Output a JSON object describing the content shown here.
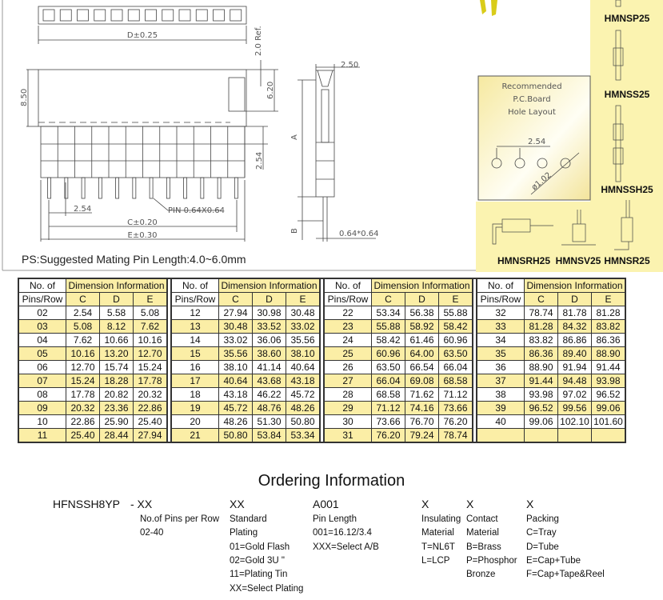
{
  "drawing": {
    "dim_d": "D±0.25",
    "dim_2ref": "2.0 Ref.",
    "dim_850": "8.50",
    "dim_620": "6.20",
    "dim_254v": "2.54",
    "dim_254h": "2.54",
    "pin_note": "PIN 0.64X0.64",
    "dim_c": "C±0.20",
    "dim_e": "E±0.30",
    "dim_250": "2.50",
    "dim_a": "A",
    "dim_b": "B",
    "dim_064": "0.64*0.64",
    "pin_count_shown": 12,
    "note": "PS:Suggested Mating Pin Length:4.0~6.0mm"
  },
  "pcb_layout": {
    "title_lines": [
      "Recommended",
      "P.C.Board",
      "Hole  Layout"
    ],
    "pitch": "2.54",
    "hole": "ø1.02"
  },
  "variants": [
    "HMNSP25",
    "HMNSS25",
    "HMNSSH25",
    "HMNSRH25",
    "HMNSV25",
    "HMNSR25"
  ],
  "table": {
    "h_pins1": "No. of",
    "h_pins2": "Pins/Row",
    "h_dim": "Dimension Information",
    "cols": [
      "C",
      "D",
      "E"
    ],
    "groups": [
      [
        [
          "02",
          "2.54",
          "5.58",
          "5.08"
        ],
        [
          "03",
          "5.08",
          "8.12",
          "7.62"
        ],
        [
          "04",
          "7.62",
          "10.66",
          "10.16"
        ],
        [
          "05",
          "10.16",
          "13.20",
          "12.70"
        ],
        [
          "06",
          "12.70",
          "15.74",
          "15.24"
        ],
        [
          "07",
          "15.24",
          "18.28",
          "17.78"
        ],
        [
          "08",
          "17.78",
          "20.82",
          "20.32"
        ],
        [
          "09",
          "20.32",
          "23.36",
          "22.86"
        ],
        [
          "10",
          "22.86",
          "25.90",
          "25.40"
        ],
        [
          "11",
          "25.40",
          "28.44",
          "27.94"
        ]
      ],
      [
        [
          "12",
          "27.94",
          "30.98",
          "30.48"
        ],
        [
          "13",
          "30.48",
          "33.52",
          "33.02"
        ],
        [
          "14",
          "33.02",
          "36.06",
          "35.56"
        ],
        [
          "15",
          "35.56",
          "38.60",
          "38.10"
        ],
        [
          "16",
          "38.10",
          "41.14",
          "40.64"
        ],
        [
          "17",
          "40.64",
          "43.68",
          "43.18"
        ],
        [
          "18",
          "43.18",
          "46.22",
          "45.72"
        ],
        [
          "19",
          "45.72",
          "48.76",
          "48.26"
        ],
        [
          "20",
          "48.26",
          "51.30",
          "50.80"
        ],
        [
          "21",
          "50.80",
          "53.84",
          "53.34"
        ]
      ],
      [
        [
          "22",
          "53.34",
          "56.38",
          "55.88"
        ],
        [
          "23",
          "55.88",
          "58.92",
          "58.42"
        ],
        [
          "24",
          "58.42",
          "61.46",
          "60.96"
        ],
        [
          "25",
          "60.96",
          "64.00",
          "63.50"
        ],
        [
          "26",
          "63.50",
          "66.54",
          "66.04"
        ],
        [
          "27",
          "66.04",
          "69.08",
          "68.58"
        ],
        [
          "28",
          "68.58",
          "71.62",
          "71.12"
        ],
        [
          "29",
          "71.12",
          "74.16",
          "73.66"
        ],
        [
          "30",
          "73.66",
          "76.70",
          "76.20"
        ],
        [
          "31",
          "76.20",
          "79.24",
          "78.74"
        ]
      ],
      [
        [
          "32",
          "78.74",
          "81.78",
          "81.28"
        ],
        [
          "33",
          "81.28",
          "84.32",
          "83.82"
        ],
        [
          "34",
          "83.82",
          "86.86",
          "86.36"
        ],
        [
          "35",
          "86.36",
          "89.40",
          "88.90"
        ],
        [
          "36",
          "88.90",
          "91.94",
          "91.44"
        ],
        [
          "37",
          "91.44",
          "94.48",
          "93.98"
        ],
        [
          "38",
          "93.98",
          "97.02",
          "96.52"
        ],
        [
          "39",
          "96.52",
          "99.56",
          "99.06"
        ],
        [
          "40",
          "99.06",
          "102.10",
          "101.60"
        ],
        [
          "",
          "",
          "",
          ""
        ]
      ]
    ]
  },
  "ordering": {
    "title": "Ordering Information",
    "part": "HFNSSH8YP",
    "codes": [
      "- XX",
      "XX",
      "A001",
      "X",
      "X",
      "X"
    ],
    "desc": [
      [
        "No.of Pins per Row",
        "02-40"
      ],
      [
        "Standard",
        "Plating",
        "01=Gold Flash",
        "02=Gold 3U \"",
        "11=Plating Tin",
        "XX=Select Plating"
      ],
      [
        "Pin Length",
        "001=16.12/3.4",
        "XXX=Select A/B"
      ],
      [
        "Insulating",
        "Material",
        "T=NL6T",
        "L=LCP"
      ],
      [
        "Contact",
        "Material",
        "B=Brass",
        "P=Phosphor",
        "Bronze"
      ],
      [
        "Packing",
        "C=Tray",
        "D=Tube",
        "E=Cap+Tube",
        "F=Cap+Tape&Reel"
      ]
    ]
  },
  "colors": {
    "highlight": "#fbeea6",
    "panel": "#fbf3b0"
  }
}
